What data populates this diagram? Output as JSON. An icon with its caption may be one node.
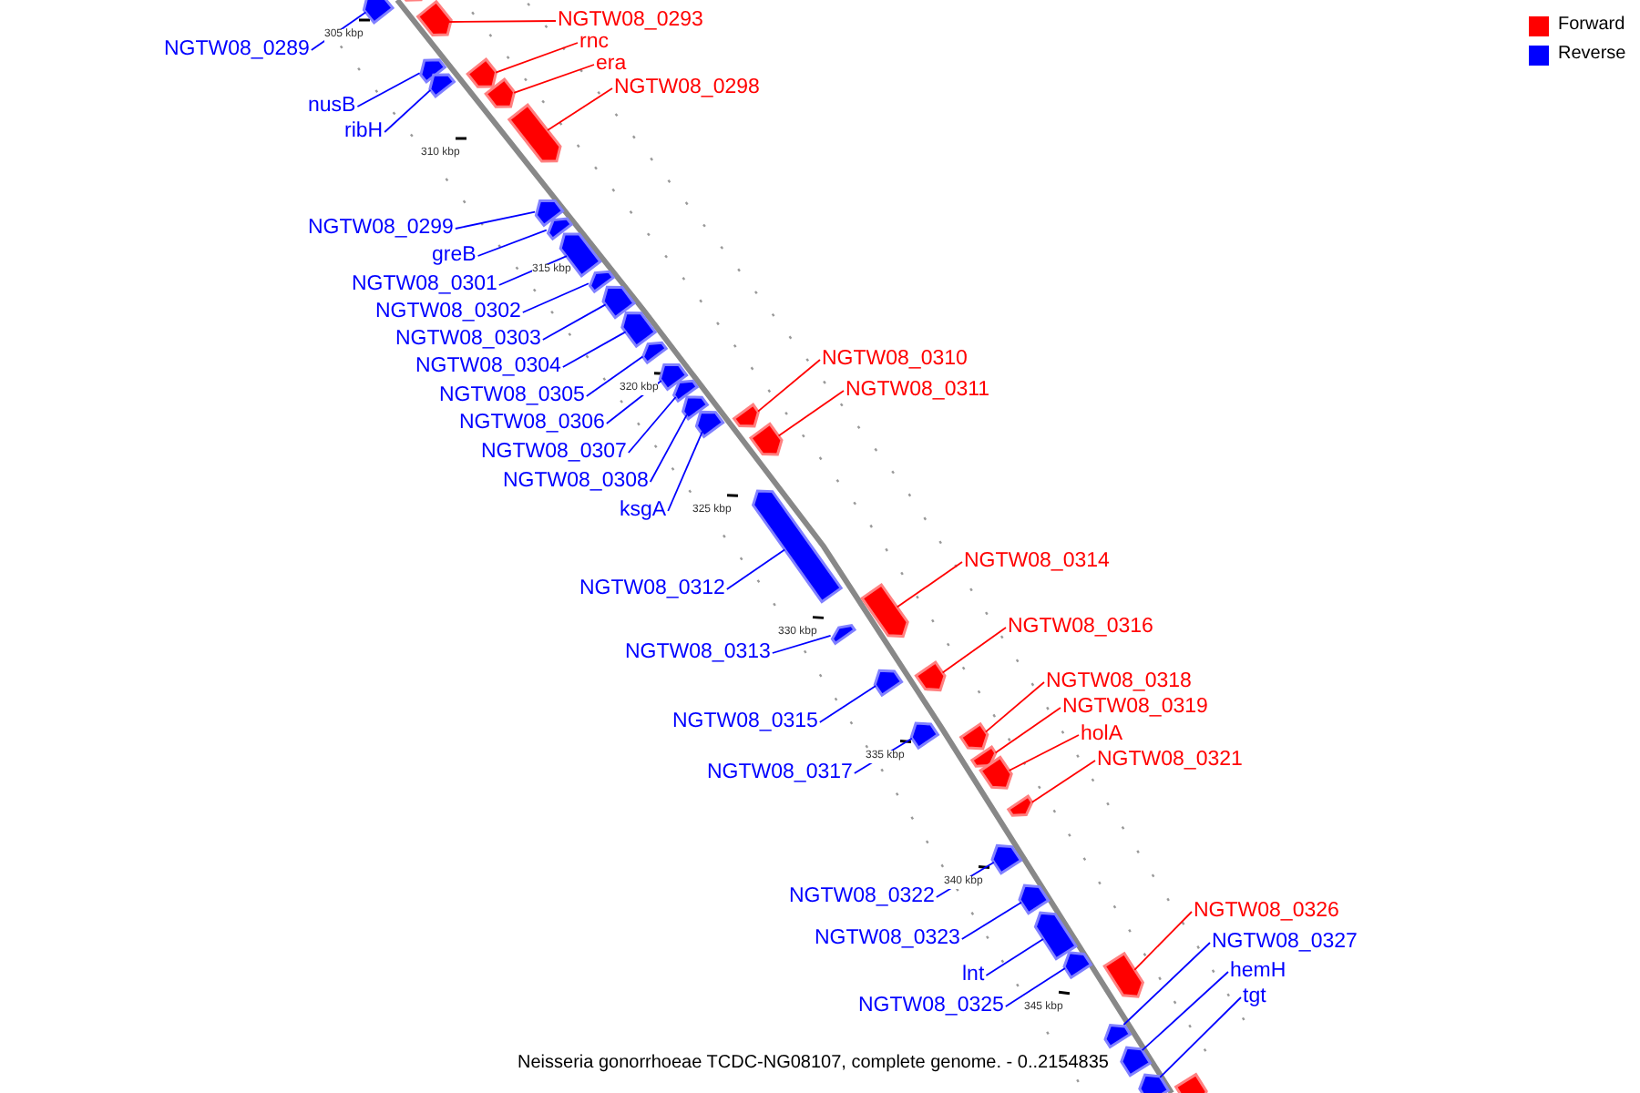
{
  "diagram": {
    "caption": "Neisseria gonorrhoeae TCDC-NG08107, complete genome. - 0..2154835",
    "nodes": [
      {
        "text": [
          "NGTW08_0293"
        ]
      },
      {
        "text": [],
        "shape": "arrow"
      },
      {
        "text": [
          "rnc"
        ]
      },
      {
        "text": [],
        "shape": "arrow"
      },
      {
        "text": [
          "NGTW08_0289"
        ]
      },
      {
        "text": [],
        "shape": "arrow"
      },
      {
        "text": [
          "era"
        ]
      },
      {
        "text": [],
        "shape": "arrow"
      },
      {
        "text": [
          "NGTW08_0298"
        ]
      },
      {
        "text": [],
        "shape": "arrow"
      },
      {
        "text": [
          "nusB"
        ]
      },
      {
        "text": [],
        "shape": "arrow"
      },
      {
        "text": [
          "ribH"
        ]
      },
      {
        "text": [],
        "shape": "arrow"
      },
      {
        "text": [
          "NGTW08_0299"
        ]
      },
      {
        "text": [],
        "shape": "arrow"
      },
      {
        "text": [
          "greB"
        ]
      },
      {
        "text": [],
        "shape": "arrow"
      },
      {
        "text": [
          "NGTW08_0301"
        ]
      },
      {
        "text": [],
        "shape": "arrow"
      },
      {
        "text": [
          "NGTW08_0302"
        ]
      },
      {
        "text": [],
        "shape": "arrow"
      },
      {
        "text": [
          "NGTW08_0303"
        ]
      },
      {
        "text": [],
        "shape": "arrow"
      },
      {
        "text": [
          "NGTW08_0310"
        ]
      },
      {
        "text": [],
        "shape": "arrow"
      },
      {
        "text": [
          "NGTW08_0304"
        ]
      },
      {
        "text": [],
        "shape": "arrow"
      },
      {
        "text": [
          "NGTW08_0311"
        ]
      },
      {
        "text": [],
        "shape": "arrow"
      },
      {
        "text": [
          "NGTW08_0305"
        ]
      },
      {
        "text": [],
        "shape": "arrow"
      },
      {
        "text": [
          "NGTW08_0306"
        ]
      },
      {
        "text": [],
        "shape": "arrow"
      },
      {
        "text": [
          "NGTW08_0307"
        ]
      },
      {
        "text": [],
        "shape": "arrow"
      },
      {
        "text": [
          "NGTW08_0308"
        ]
      },
      {
        "text": [],
        "shape": "arrow"
      },
      {
        "text": [
          "ksgA"
        ]
      },
      {
        "text": [],
        "shape": "arrow"
      },
      {
        "text": [
          "NGTW08_0314"
        ]
      },
      {
        "text": [],
        "shape": "arrow"
      },
      {
        "text": [
          "NGTW08_0312"
        ]
      },
      {
        "text": [],
        "shape": "arrow"
      },
      {
        "text": [
          "NGTW08_0316"
        ]
      },
      {
        "text": [],
        "shape": "arrow"
      },
      {
        "text": [
          "NGTW08_0313"
        ]
      },
      {
        "text": [],
        "shape": "arrow"
      },
      {
        "text": [
          "NGTW08_0318"
        ]
      },
      {
        "text": [],
        "shape": "arrow"
      },
      {
        "text": [
          "NGTW08_0319"
        ]
      },
      {
        "text": [],
        "shape": "arrow"
      },
      {
        "text": [
          "NGTW08_0315"
        ]
      },
      {
        "text": [],
        "shape": "arrow"
      },
      {
        "text": [
          "holA"
        ]
      },
      {
        "text": [],
        "shape": "arrow"
      },
      {
        "text": [
          "NGTW08_0321"
        ]
      },
      {
        "text": [],
        "shape": "arrow"
      },
      {
        "text": [
          "NGTW08_0317"
        ]
      },
      {
        "text": [],
        "shape": "arrow"
      },
      {
        "text": [
          "NGTW08_0322"
        ]
      },
      {
        "text": [],
        "shape": "arrow"
      },
      {
        "text": [
          "NGTW08_0326"
        ]
      },
      {
        "text": [],
        "shape": "arrow"
      },
      {
        "text": [
          "NGTW08_0323"
        ]
      },
      {
        "text": [],
        "shape": "arrow"
      },
      {
        "text": [
          "NGTW08_0327"
        ]
      },
      {
        "text": [],
        "shape": "arrow"
      },
      {
        "text": [
          "lnt"
        ]
      },
      {
        "text": [],
        "shape": "arrow"
      },
      {
        "text": [
          "hemH"
        ]
      },
      {
        "text": [],
        "shape": "arrow"
      },
      {
        "text": [
          "tgt"
        ]
      },
      {
        "text": [],
        "shape": "arrow"
      },
      {
        "text": [
          "NGTW08_0325"
        ]
      },
      {
        "text": [],
        "shape": "arrow"
      },
      {
        "text": [],
        "shape": "arrow"
      },
      {
        "text": [],
        "shape": "arrow"
      }
    ],
    "edges": [
      {
        "from": 0,
        "to": 1,
        "arrow": "none",
        "color": "#ff0000"
      },
      {
        "from": 2,
        "to": 3,
        "arrow": "none",
        "color": "#ff0000"
      },
      {
        "from": 4,
        "to": 5,
        "arrow": "none"
      },
      {
        "from": 6,
        "to": 7,
        "arrow": "none",
        "color": "#ff0000"
      },
      {
        "from": 8,
        "to": 9,
        "arrow": "none",
        "color": "#ff0000"
      },
      {
        "from": 10,
        "to": 11,
        "arrow": "none"
      },
      {
        "from": 12,
        "to": 13,
        "arrow": "none"
      },
      {
        "from": 14,
        "to": 15,
        "arrow": "none"
      },
      {
        "from": 16,
        "to": 17,
        "arrow": "none"
      },
      {
        "from": 18,
        "to": 19,
        "arrow": "none"
      },
      {
        "from": 20,
        "to": 21,
        "arrow": "none"
      },
      {
        "from": 22,
        "to": 23,
        "arrow": "none"
      },
      {
        "from": 24,
        "to": 25,
        "arrow": "none",
        "color": "#ff0000"
      },
      {
        "from": 26,
        "to": 27,
        "arrow": "none"
      },
      {
        "from": 28,
        "to": 29,
        "arrow": "none",
        "color": "#ff0000"
      },
      {
        "from": 30,
        "to": 31,
        "arrow": "none"
      },
      {
        "from": 32,
        "to": 33,
        "arrow": "none"
      },
      {
        "from": 34,
        "to": 35,
        "arrow": "none"
      },
      {
        "from": 36,
        "to": 37,
        "arrow": "none"
      },
      {
        "from": 38,
        "to": 39,
        "arrow": "none"
      },
      {
        "from": 40,
        "to": 41,
        "arrow": "none",
        "color": "#ff0000"
      },
      {
        "from": 42,
        "to": 43,
        "arrow": "none"
      },
      {
        "from": 44,
        "to": 45,
        "arrow": "none",
        "color": "#ff0000"
      },
      {
        "from": 46,
        "to": 47,
        "arrow": "none"
      },
      {
        "from": 48,
        "to": 49,
        "arrow": "none",
        "color": "#ff0000"
      },
      {
        "from": 50,
        "to": 51,
        "arrow": "none",
        "color": "#ff0000"
      },
      {
        "from": 52,
        "to": 53,
        "arrow": "none"
      },
      {
        "from": 54,
        "to": 55,
        "arrow": "none",
        "color": "#ff0000"
      },
      {
        "from": 56,
        "to": 57,
        "arrow": "none",
        "color": "#ff0000"
      },
      {
        "from": 58,
        "to": 59,
        "arrow": "none"
      },
      {
        "from": 60,
        "to": 61,
        "arrow": "none"
      },
      {
        "from": 62,
        "to": 63,
        "arrow": "none",
        "color": "#ff0000"
      },
      {
        "from": 64,
        "to": 65,
        "arrow": "none"
      },
      {
        "from": 66,
        "to": 67,
        "arrow": "none"
      },
      {
        "from": 68,
        "to": 69,
        "arrow": "none"
      },
      {
        "from": 70,
        "to": 71,
        "arrow": "none"
      },
      {
        "from": 72,
        "to": 73,
        "arrow": "none"
      },
      {
        "from": 74,
        "to": 75,
        "arrow": "none"
      }
    ],
    "labels": [
      "305 kbp",
      "310 kbp",
      "315 kbp",
      "320 kbp",
      "325 kbp",
      "330 kbp",
      "335 kbp",
      "340 kbp",
      "345 kbp"
    ],
    "legend": [
      {
        "text": "Forward",
        "color": "#ff0000"
      },
      {
        "text": "Reverse",
        "color": "#0000ff"
      }
    ]
  }
}
